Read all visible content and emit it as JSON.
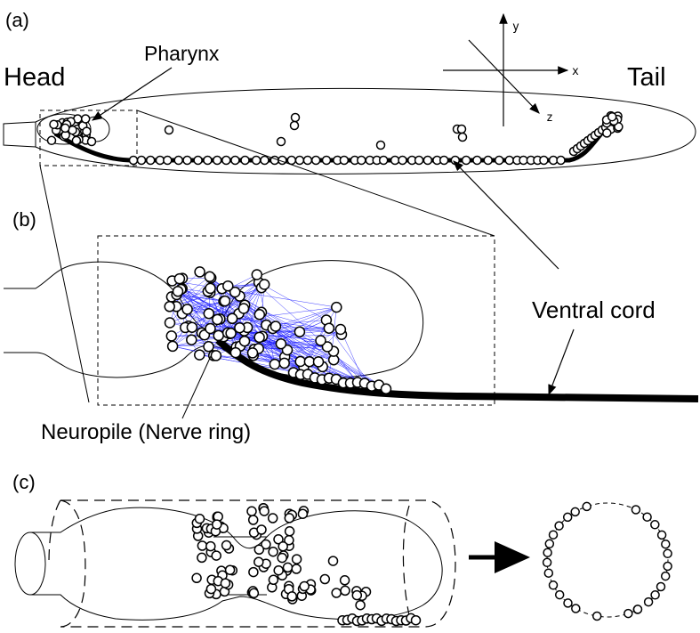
{
  "panels": {
    "a": {
      "tag": "(a)",
      "head": "Head",
      "tail": "Tail",
      "pharynx": "Pharynx"
    },
    "b": {
      "tag": "(b)",
      "ventral_cord": "Ventral cord",
      "neuropile": "Neuropile (Nerve ring)"
    },
    "c": {
      "tag": "(c)"
    }
  },
  "axes": {
    "x": "x",
    "y": "y",
    "z": "z"
  },
  "colors": {
    "connections": "#1a1aff",
    "cord": "#000000",
    "neuron_fill": "#ffffff"
  }
}
